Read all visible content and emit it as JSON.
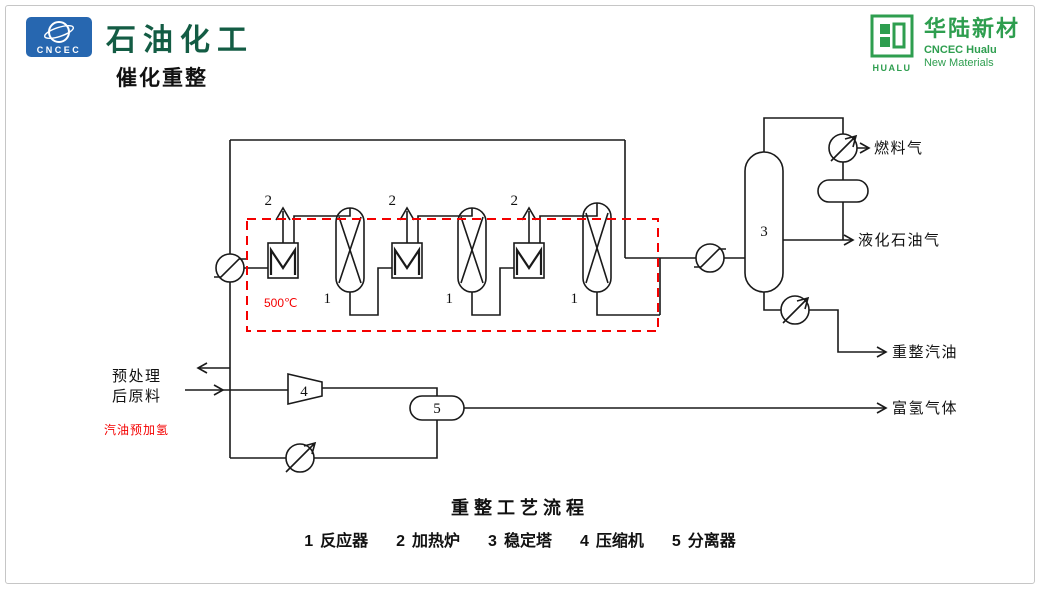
{
  "header": {
    "left_logo_text": "CNCEC",
    "left_brand": "石油化工",
    "right_logo_text": "HUALU",
    "right_brand": "华陆新材",
    "right_subtitle": "CNCEC Hualu",
    "right_subtitle2": "New Materials"
  },
  "slide": {
    "title": "催化重整",
    "caption": "重整工艺流程"
  },
  "diagram": {
    "temperature": "500℃",
    "feed_label_line1": "预处理",
    "feed_label_line2": "后原料",
    "feed_note": "汽油预加氢",
    "outputs": {
      "fuel_gas": "燃料气",
      "lpg": "液化石油气",
      "gasoline": "重整汽油",
      "hydrogen": "富氢气体"
    },
    "labels": {
      "reactor": "1",
      "furnace": "2",
      "column": "3",
      "compressor": "4",
      "separator": "5"
    }
  },
  "legend": {
    "items": [
      {
        "n": "1",
        "t": "反应器"
      },
      {
        "n": "2",
        "t": "加热炉"
      },
      {
        "n": "3",
        "t": "稳定塔"
      },
      {
        "n": "4",
        "t": "压缩机"
      },
      {
        "n": "5",
        "t": "分离器"
      }
    ]
  },
  "colors": {
    "line": "#1a1a1a",
    "highlight_red": "#f40000",
    "brand_green": "#2e9e4f",
    "brand_dark_green": "#135c44",
    "logo_blue": "#2767b0"
  }
}
